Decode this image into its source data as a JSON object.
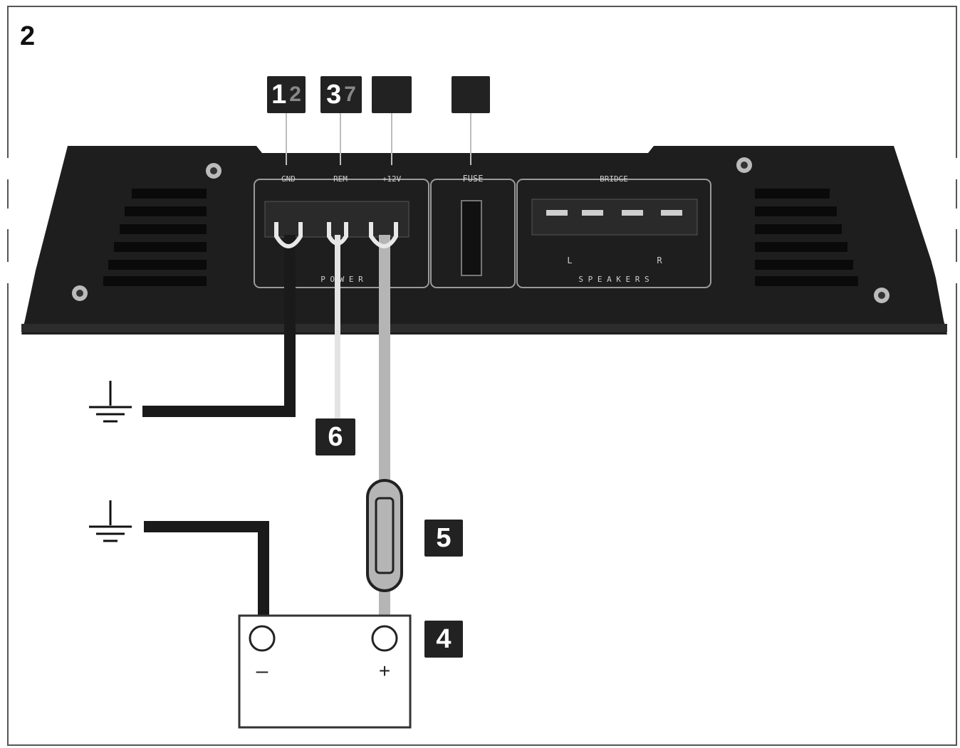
{
  "figure_number": "2",
  "callouts": {
    "c1": "1",
    "c2_partial": "2",
    "c3": "3",
    "c7_partial": "7",
    "c_blank1": "",
    "c_blank2": "",
    "c4": "4",
    "c5": "5",
    "c6": "6"
  },
  "amp_labels": {
    "gnd": "GND",
    "rem": "REM",
    "plus12v": "+12V",
    "fuse": "FUSE",
    "bridge": "BRIDGE",
    "power": "P O W E R",
    "speakers": "S P E A K E R S",
    "spk_l": "L",
    "spk_r": "R"
  },
  "battery": {
    "minus": "–",
    "plus": "+"
  },
  "colors": {
    "amp_body": "#1e1e1e",
    "ground_wire": "#1a1a1a",
    "power_wire": "#b5b5b5",
    "remote_wire": "#e0e0e0",
    "callout_bg": "#222222"
  }
}
